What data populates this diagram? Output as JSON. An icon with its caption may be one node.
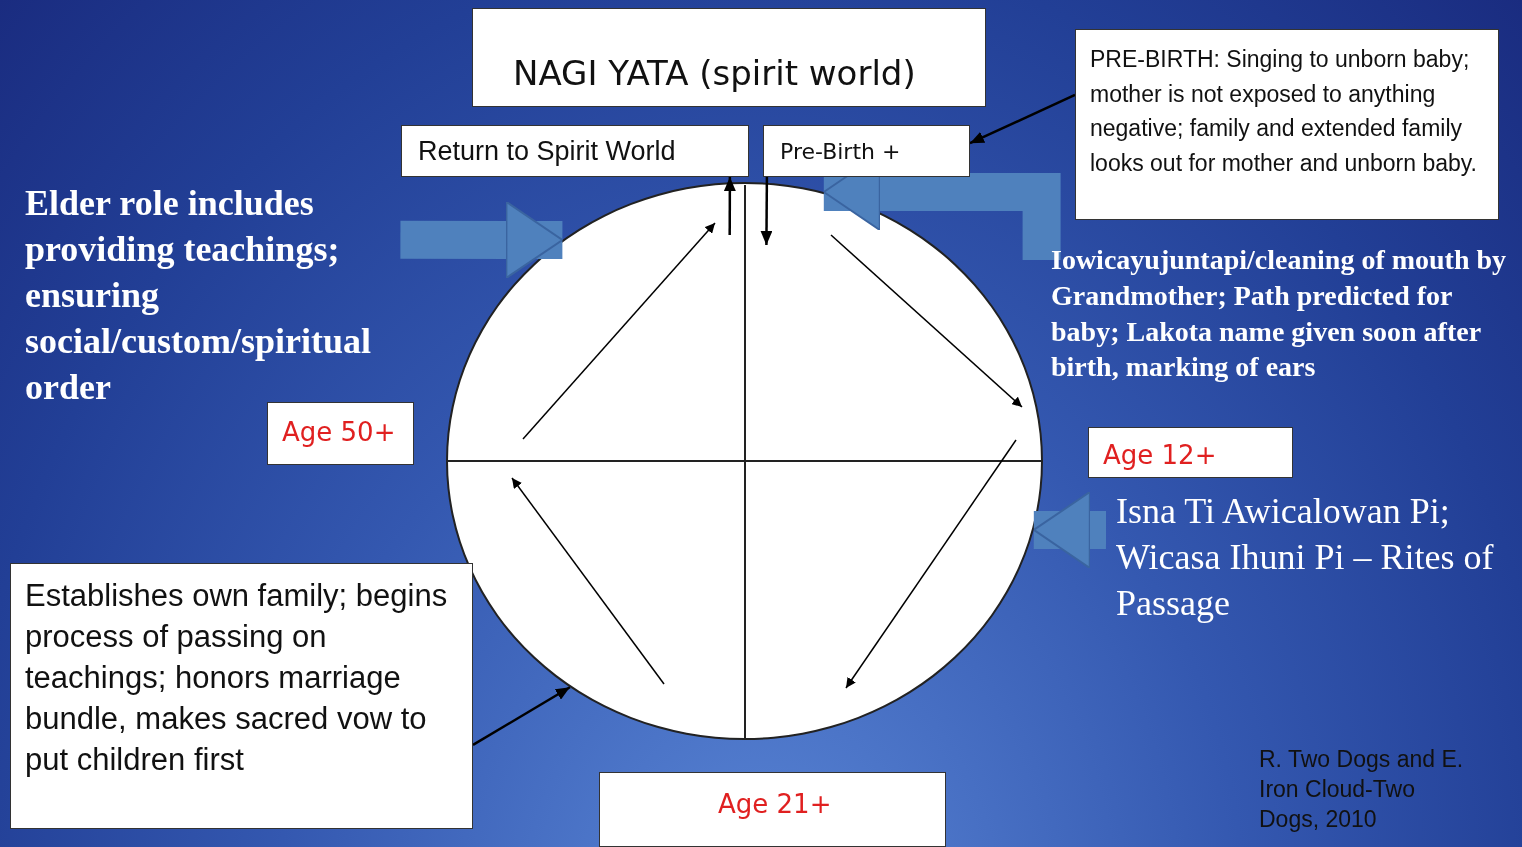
{
  "diagram": {
    "nodes": [
      {
        "text": [
          "NAGI YATA (spirit  world)"
        ]
      },
      {
        "text": [
          "Return to Spirit World"
        ]
      },
      {
        "text": [
          "Pre-Birth +"
        ]
      },
      {
        "text": [
          "PRE-BIRTH:  Singing to unborn baby; mother is not exposed to anything negative; family and extended family looks out for mother and unborn baby."
        ]
      },
      {
        "text": [
          "Elder role includes providing teachings; ensuring social/custom/spiritual order"
        ]
      },
      {
        "text": [
          "Age 50+"
        ]
      },
      {
        "text": [
          "Iowicayujuntapi/cleaning of mouth by Grandmother; Path predicted for baby; Lakota name given soon after birth, marking of ears"
        ]
      },
      {
        "text": [
          "Age 12+"
        ]
      },
      {
        "text": [
          "Isna Ti Awicalowan Pi; Wicasa Ihuni Pi – Rites of Passage"
        ]
      },
      {
        "text": [
          "Establishes own family; begins process of passing on teachings; honors marriage bundle, makes sacred vow to put children first"
        ]
      },
      {
        "text": [
          "Age 21+"
        ]
      },
      {
        "text": [],
        "shape": "circle"
      }
    ],
    "edges": [
      {
        "from": 3,
        "to": 2,
        "arrow": "to"
      },
      {
        "from": 4,
        "to": 11,
        "arrow": "to",
        "style": "thick",
        "color": "#4f81bd"
      },
      {
        "from": 6,
        "to": 11,
        "arrow": "to",
        "style": "thick",
        "color": "#4f81bd"
      },
      {
        "from": 8,
        "to": 11,
        "arrow": "to",
        "style": "thick",
        "color": "#4f81bd"
      },
      {
        "from": 9,
        "to": 11,
        "arrow": "to"
      },
      {
        "from": 11,
        "to": 1,
        "arrow": "to"
      },
      {
        "from": 2,
        "to": 11,
        "arrow": "to"
      }
    ],
    "labels": [
      "R. Two Dogs and E. Iron Cloud-Two Dogs, 2010"
    ]
  }
}
